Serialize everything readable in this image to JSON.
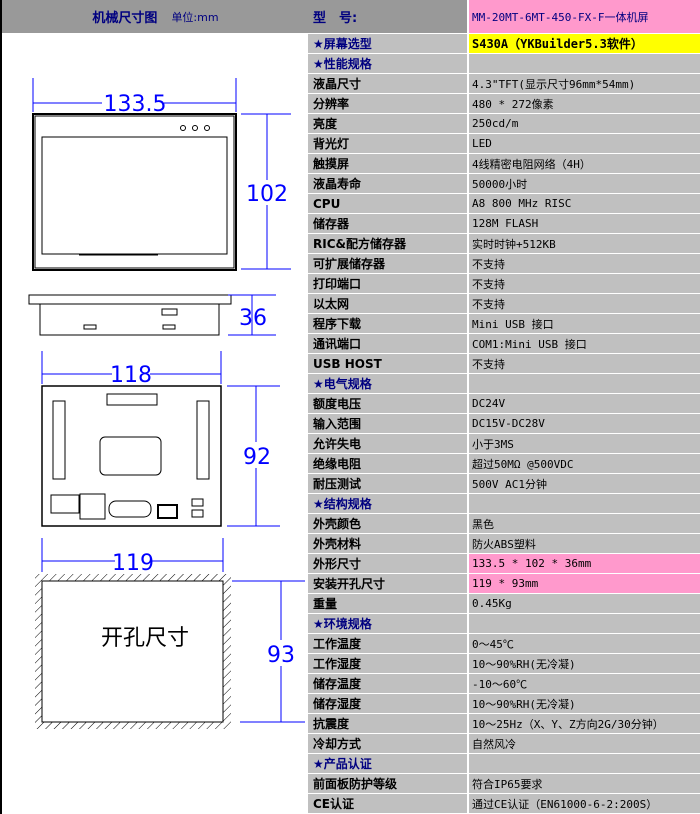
{
  "left_panel": {
    "title": "机械尺寸图",
    "unit": "单位:mm",
    "dims": {
      "front_width": "133.5",
      "front_height": "102",
      "depth": "36",
      "back_width": "118",
      "back_height": "92",
      "cutout_width": "119",
      "cutout_height": "93"
    },
    "cutout_label": "开孔尺寸"
  },
  "colors": {
    "header_bg": "#999999",
    "cell_bg": "#c0c0c0",
    "highlight_pink": "#ff99cc",
    "highlight_yellow": "#ffff00",
    "section_text": "#000080",
    "dimension": "#0000ff"
  },
  "rows": [
    {
      "label": "型　号:",
      "value": "MM-20MT-6MT-450-FX-F一体机屏",
      "type": "head",
      "hl": "pink"
    },
    {
      "label": "★屏幕选型",
      "value": "S430A（YKBuilder5.3软件）",
      "type": "sec",
      "hl": "yellow"
    },
    {
      "label": "★性能规格",
      "value": "",
      "type": "sec"
    },
    {
      "label": "液晶尺寸",
      "value": "4.3\"TFT(显示尺寸96mm*54mm)"
    },
    {
      "label": "分辨率",
      "value": "480 * 272像素"
    },
    {
      "label": "亮度",
      "value": "250cd/m"
    },
    {
      "label": "背光灯",
      "value": "LED"
    },
    {
      "label": "触摸屏",
      "value": "4线精密电阻网络（4H）"
    },
    {
      "label": "液晶寿命",
      "value": "50000小时"
    },
    {
      "label": "CPU",
      "value": "A8 800 MHz RISC"
    },
    {
      "label": "储存器",
      "value": "128M FLASH"
    },
    {
      "label": "RIC&配方储存器",
      "value": "实时时钟+512KB"
    },
    {
      "label": "可扩展储存器",
      "value": "不支持"
    },
    {
      "label": "打印端口",
      "value": "不支持"
    },
    {
      "label": "以太网",
      "value": "不支持"
    },
    {
      "label": "程序下载",
      "value": "Mini USB 接口"
    },
    {
      "label": "通讯端口",
      "value": "COM1:Mini USB 接口"
    },
    {
      "label": "USB HOST",
      "value": "不支持"
    },
    {
      "label": "★电气规格",
      "value": "",
      "type": "sec"
    },
    {
      "label": "额度电压",
      "value": "DC24V"
    },
    {
      "label": "输入范围",
      "value": "DC15V-DC28V"
    },
    {
      "label": "允许失电",
      "value": "小于3MS"
    },
    {
      "label": "绝缘电阻",
      "value": "超过50MΩ @500VDC"
    },
    {
      "label": "耐压测试",
      "value": "500V AC1分钟"
    },
    {
      "label": "★结构规格",
      "value": "",
      "type": "sec"
    },
    {
      "label": "外壳颜色",
      "value": "黑色"
    },
    {
      "label": "外壳材料",
      "value": "防火ABS塑料"
    },
    {
      "label": "外形尺寸",
      "value": "133.5 * 102 * 36mm",
      "hl": "pink"
    },
    {
      "label": "安装开孔尺寸",
      "value": "119 * 93mm",
      "hl": "pink"
    },
    {
      "label": "重量",
      "value": "0.45Kg"
    },
    {
      "label": "★环境规格",
      "value": "",
      "type": "sec"
    },
    {
      "label": "工作温度",
      "value": "0～45℃"
    },
    {
      "label": "工作湿度",
      "value": "10～90%RH(无冷凝)"
    },
    {
      "label": "储存温度",
      "value": "-10～60℃"
    },
    {
      "label": "储存湿度",
      "value": "10～90%RH(无冷凝)"
    },
    {
      "label": "抗震度",
      "value": "10～25Hz（X、Y、Z方向2G/30分钟）"
    },
    {
      "label": "冷却方式",
      "value": "自然风冷"
    },
    {
      "label": "★产品认证",
      "value": "",
      "type": "sec"
    },
    {
      "label": "前面板防护等级",
      "value": "符合IP65要求"
    },
    {
      "label": "CE认证",
      "value": "通过CE认证（EN61000-6-2:200S）"
    }
  ]
}
